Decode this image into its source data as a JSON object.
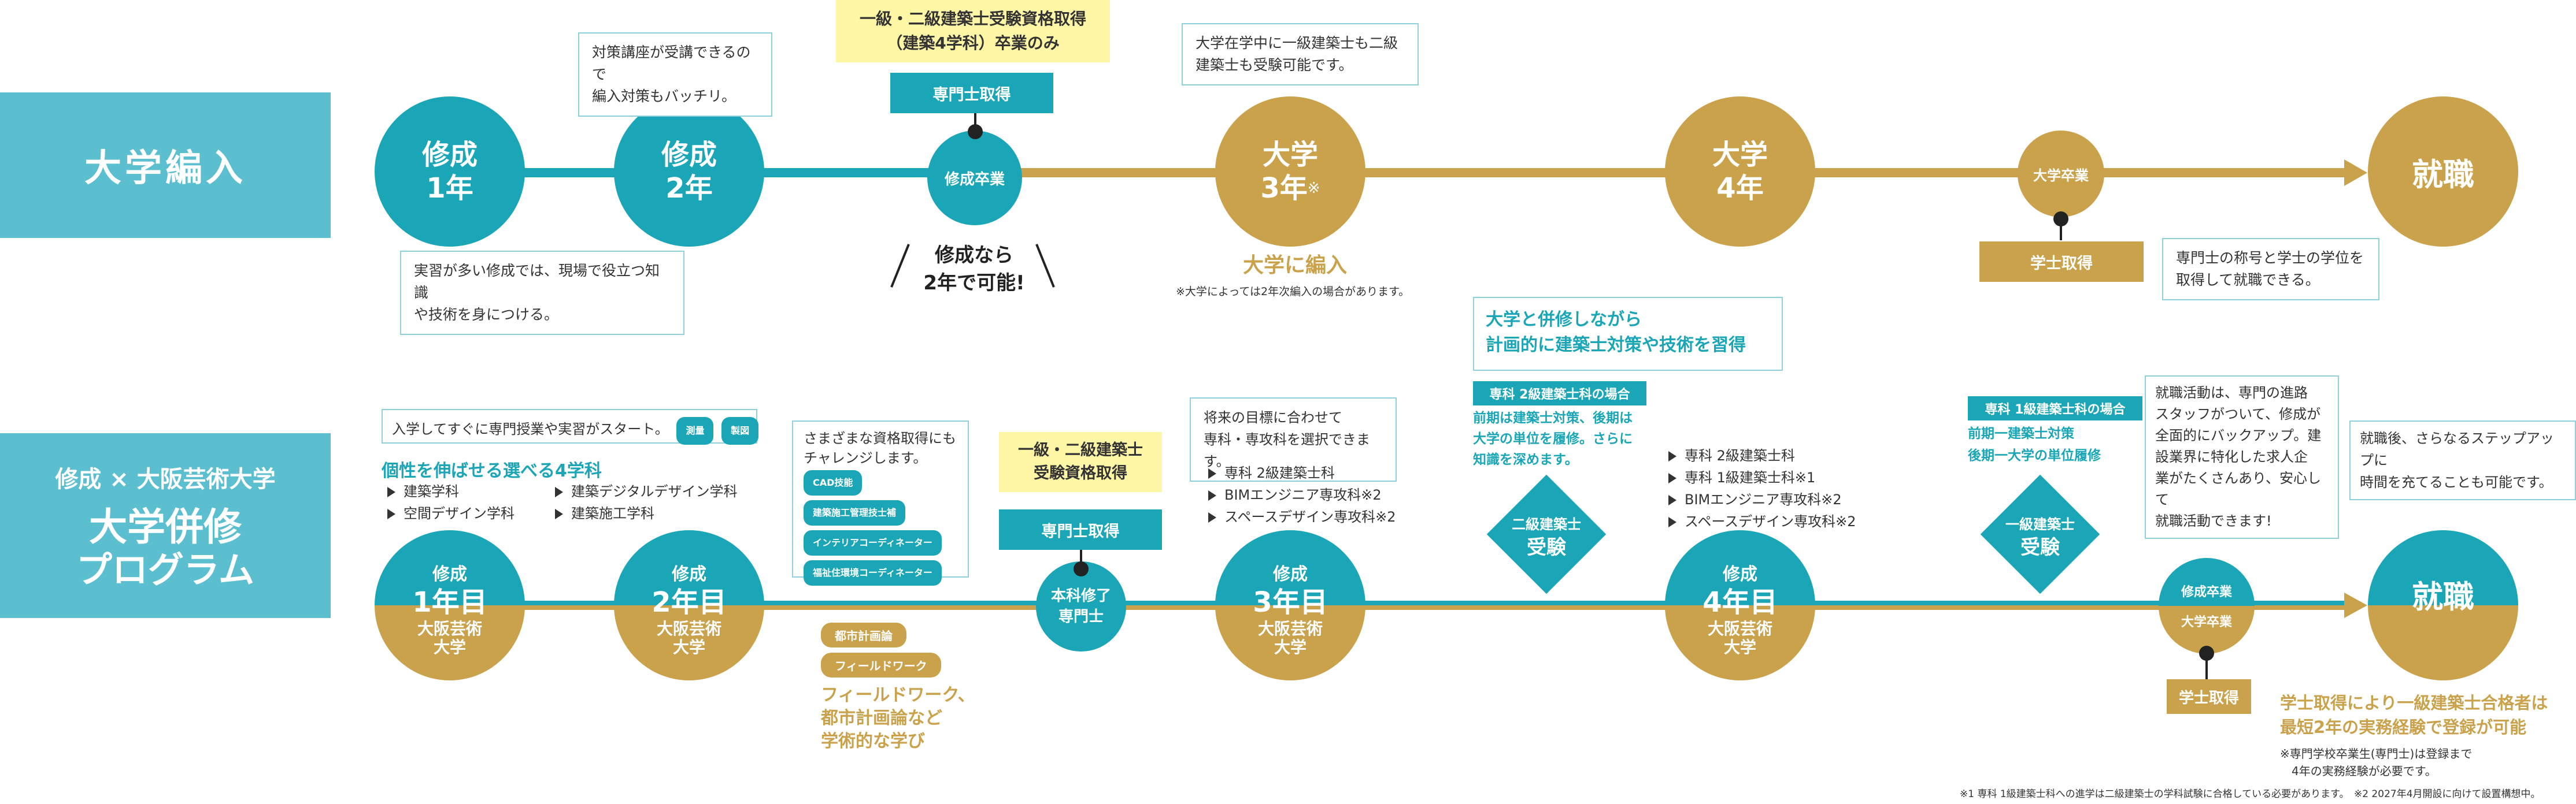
{
  "top_row": {
    "label": "大学編入",
    "nodes": {
      "y1": [
        "修成",
        "1年"
      ],
      "y2": [
        "修成",
        "2年"
      ],
      "grad": "修成卒業",
      "u3_line1": "大学",
      "u3_line2": "3年",
      "u3_mark": "※",
      "u4": [
        "大学",
        "4年"
      ],
      "ugrad": "大学卒業",
      "job": "就職"
    },
    "notes": {
      "practice": [
        "実習が多い修成では、現場で役立つ知識",
        "や技術を身につける。"
      ],
      "transfer": [
        "対策講座が受講できるので",
        "編入対策もバッチリ。"
      ],
      "qualification_banner": [
        "一級・二級建築士受験資格取得",
        "（建築4学科）卒業のみ"
      ],
      "senmonshi": "専門士取得",
      "twoyear": [
        "修成なら",
        "2年で可能!"
      ],
      "enroll_note": [
        "大学在学中に一級建築士も二級",
        "建築士も受験可能です。"
      ],
      "enroll_title": "大学に編入",
      "enroll_footnote": "※大学によっては2年次編入の場合があります。",
      "gakushi": "学士取得",
      "job_note": [
        "専門士の称号と学士の学位を",
        "取得して就職できる。"
      ]
    }
  },
  "bottom_row": {
    "label_top": "修成 × 大阪芸術大学",
    "label_main": [
      "大学併修",
      "プログラム"
    ],
    "nodes": {
      "y1": [
        "修成",
        "1年目",
        "大阪芸術",
        "大学"
      ],
      "y2": [
        "修成",
        "2年目",
        "大阪芸術",
        "大学"
      ],
      "complete": [
        "本科修了",
        "専門士"
      ],
      "y3": [
        "修成",
        "3年目",
        "大阪芸術",
        "大学"
      ],
      "y4": [
        "修成",
        "4年目",
        "大阪芸術",
        "大学"
      ],
      "grad_top": "修成卒業",
      "grad_bottom": "大学卒業",
      "job": "就職"
    },
    "intro_note": "入学してすぐに専門授業や実習がスタート。",
    "intro_badges": [
      "測量",
      "製図"
    ],
    "four_courses_title": "個性を伸ばせる選べる4学科",
    "four_courses": [
      "建築学科",
      "建築デジタルデザイン学科",
      "空間デザイン学科",
      "建築施工学科"
    ],
    "challenge_note": [
      "さまざまな資格取得にも",
      "チャレンジします。"
    ],
    "challenge_pills": [
      "CAD技能",
      "建築施工管理技士補",
      "インテリアコーディネーター",
      "福祉住環境コーディネーター"
    ],
    "gold_pills": [
      "都市計画論",
      "フィールドワーク"
    ],
    "field_text": [
      "フィールドワーク、",
      "都市計画論など",
      "学術的な学び"
    ],
    "qual_banner": [
      "一級・二級建築士",
      "受験資格取得"
    ],
    "senmonshi": "専門士取得",
    "y3_note": [
      "将来の目標に合わせて",
      "専科・専攻科を選択できます。"
    ],
    "y3_list": [
      "専科 2級建築士科",
      "BIMエンジニア専攻科※2",
      "スペースデザイン専攻科※2"
    ],
    "concurrent_title": [
      "大学と併修しながら",
      "計画的に建築士対策や技術を習得"
    ],
    "level2_tag": "専科 2級建築士科の場合",
    "level2_text": [
      "前期は建築士対策、後期は",
      "大学の単位を履修。さらに",
      "知識を深めます。"
    ],
    "diamond2": [
      "二級建築士",
      "受験"
    ],
    "y4_list": [
      "専科 2級建築士科",
      "専科 1級建築士科※1",
      "BIMエンジニア専攻科※2",
      "スペースデザイン専攻科※2"
    ],
    "level1_tag": "専科 1級建築士科の場合",
    "level1_text": [
      "前期一建築士対策",
      "後期一大学の単位履修"
    ],
    "diamond1": [
      "一級建築士",
      "受験"
    ],
    "job_hunt_note": [
      "就職活動は、専門の進路",
      "スタッフがついて、修成が",
      "全面的にバックアップ。建",
      "設業界に特化した求人企",
      "業がたくさんあり、安心して",
      "就職活動できます!"
    ],
    "after_job_note": [
      "就職後、さらなるステップアップに",
      "時間を充てることも可能です。"
    ],
    "gakushi": "学士取得",
    "final_text": [
      "学士取得により一級建築士合格者は",
      "最短2年の実務経験で登録が可能"
    ],
    "final_note": [
      "※専門学校卒業生(専門士)は登録まで",
      "4年の実務経験が必要です。"
    ]
  },
  "footnote": "※1 専科 1級建築士科への進学は二級建築士の学科試験に合格している必要があります。　※2 2027年4月開設に向けて設置構想中。",
  "colors": {
    "teal": "#1aa6b7",
    "gold": "#c9a24b",
    "label_bg": "#5cbfcf"
  }
}
